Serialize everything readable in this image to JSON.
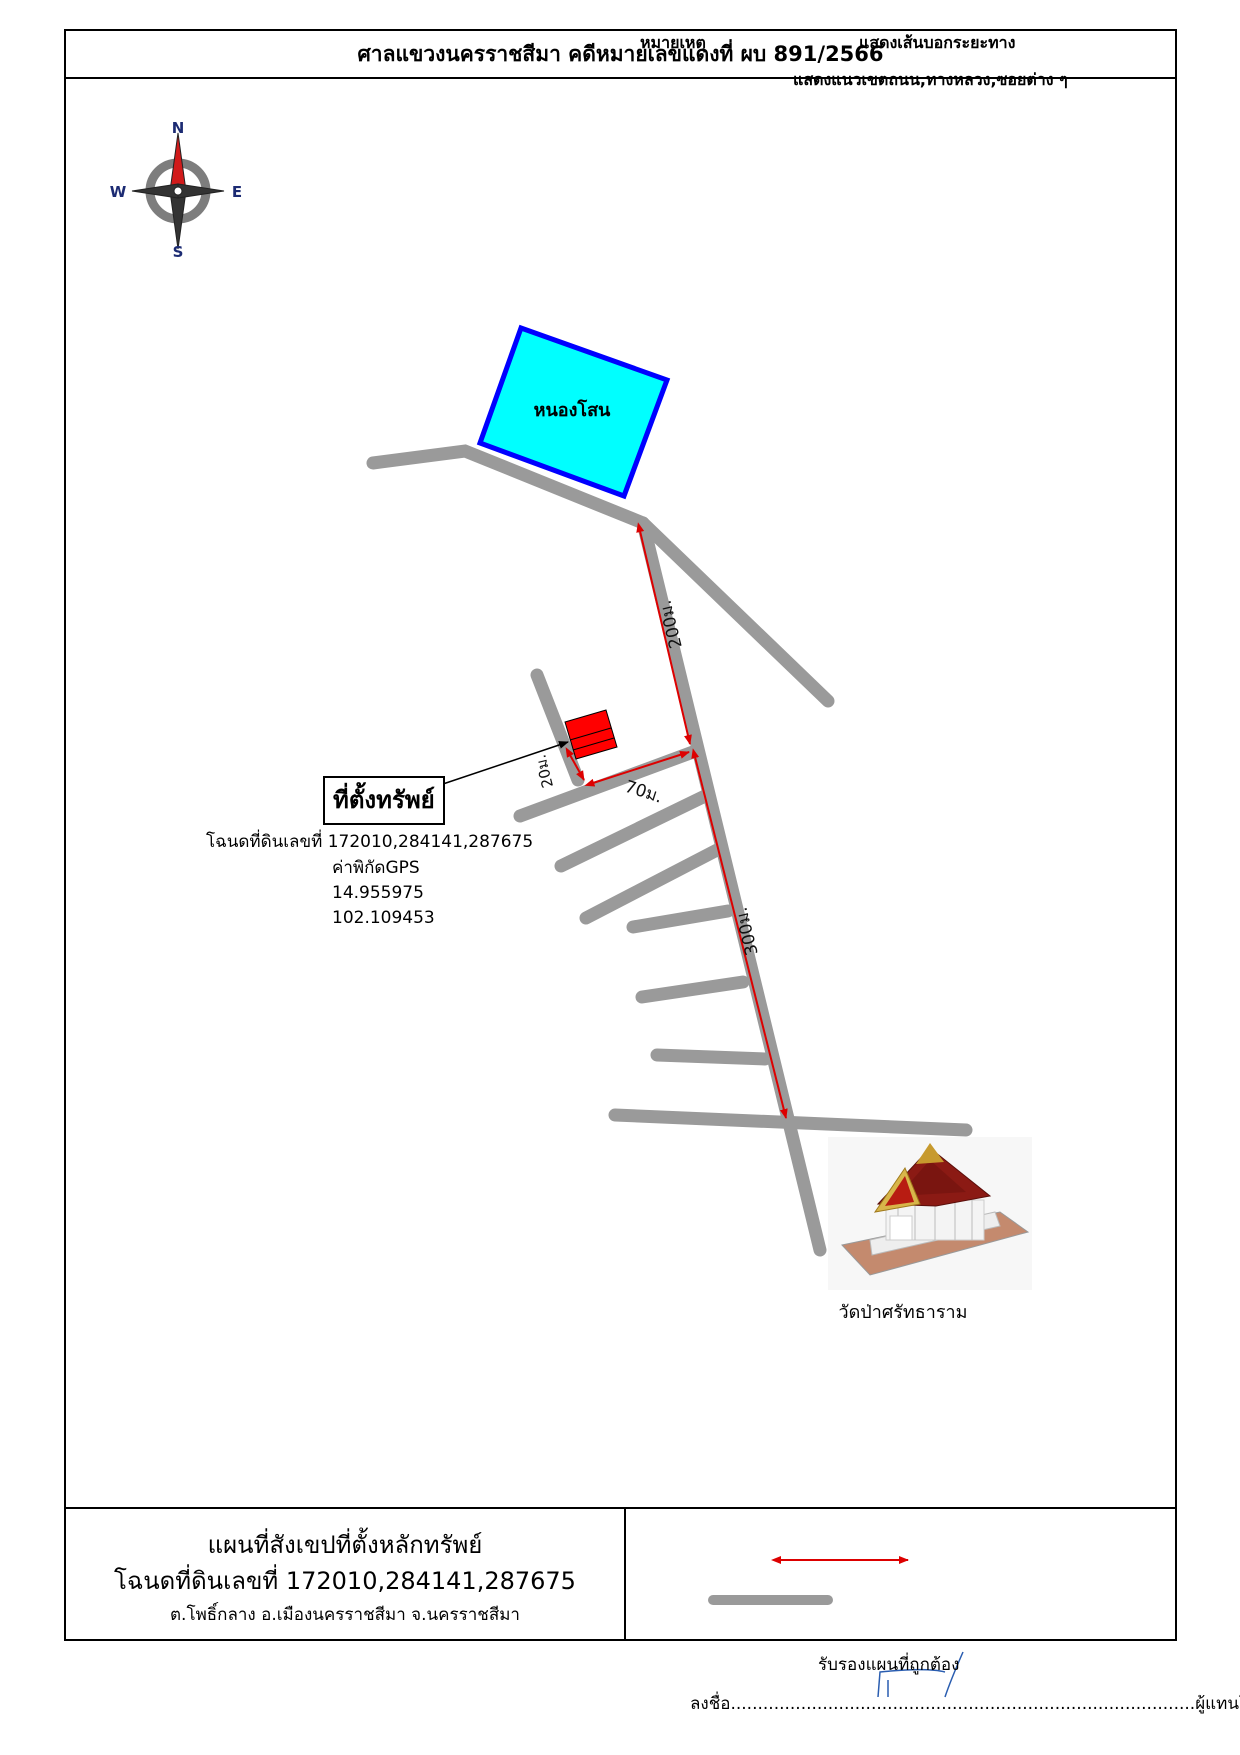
{
  "header": {
    "title": "ศาลแขวงนครราชสีมา คดีหมายเลขแดงที่ ผบ 891/2566"
  },
  "compass": {
    "north": "N",
    "south": "S",
    "east": "E",
    "west": "W",
    "icon": "compass-rose-icon"
  },
  "map": {
    "pond_label": "หนองโสน",
    "property_label": "ที่ตั้งทรัพย์",
    "property_info": {
      "deed": "โฉนดที่ดินเลขที่ 172010,284141,287675",
      "gps_label": "ค่าพิกัดGPS",
      "lat": "14.955975",
      "lon": "102.109453"
    },
    "distances": {
      "d200": "200ม.",
      "d70": "70ม.",
      "d20": "20ม.",
      "d300": "300ม."
    },
    "temple_label": "วัดป่าศรัทธาราม",
    "colors": {
      "road": "#9a9a9a",
      "pond_fill": "#00ffff",
      "pond_border": "#0000ff",
      "property": "#ff0000",
      "arrow": "#dd0000"
    }
  },
  "footer": {
    "title": "แผนที่สังเขปที่ตั้งหลักทรัพย์",
    "deed": "โฉนดที่ดินเลขที่ 172010,284141,287675",
    "location": "ต.โพธิ์กลาง  อ.เมืองนครราชสีมา  จ.นครราชสีมา"
  },
  "legend": {
    "title": "หมายเหตุ",
    "arrow_desc": "แสดงเส้นบอกระยะทาง",
    "road_desc": "แสดงแนวเขตถนน,ทางหลวง,ซอยต่าง ๆ"
  },
  "signature": {
    "certify": "รับรองแผนที่ถูกต้อง",
    "sign_prefix": "ลงชื่อ......................................................................................",
    "sign_suffix": "ผู้แทนโจทก์"
  }
}
